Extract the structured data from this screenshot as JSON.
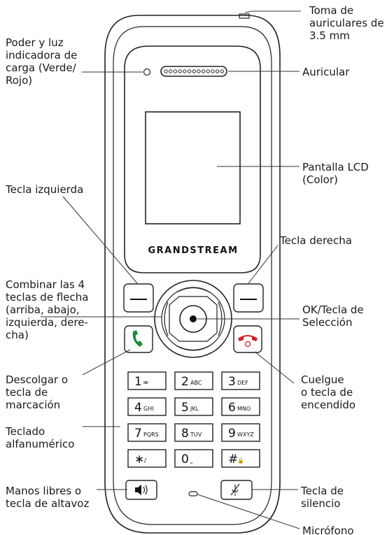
{
  "brand": "GRANDSTREAM",
  "callouts": {
    "headset_jack": [
      "Toma de",
      "auriculares de",
      "3.5 mm"
    ],
    "power_led": [
      "Poder y luz",
      "indicadora de",
      "carga (Verde/",
      "Rojo)"
    ],
    "earpiece": [
      "Auricular"
    ],
    "lcd": [
      "Pantalla LCD",
      "(Color)"
    ],
    "left_softkey": [
      "Tecla izquierda"
    ],
    "right_softkey": [
      "Tecla derecha"
    ],
    "arrow_keys": [
      "Combinar las 4",
      "teclas de flecha",
      "(arriba, abajo,",
      "izquierda, dere-",
      "cha)"
    ],
    "ok_key": [
      "OK/Tecla de",
      "Selección"
    ],
    "offhook_key": [
      "Descolgar o",
      "tecla de",
      "marcación"
    ],
    "onhook_key": [
      "Cuelgue",
      "o tecla de",
      "encendido"
    ],
    "keypad": [
      "Teclado",
      "alfanumérico"
    ],
    "speaker_key": [
      "Manos libres o",
      "tecla de altavoz"
    ],
    "mute_key": [
      "Tecla de",
      "silencio"
    ],
    "microphone": [
      "Micrófono"
    ]
  },
  "keypad_keys": [
    {
      "main": "1",
      "sub": "✉",
      "name": "key-1"
    },
    {
      "main": "2",
      "sub": "ABC",
      "name": "key-2"
    },
    {
      "main": "3",
      "sub": "DEF",
      "name": "key-3"
    },
    {
      "main": "4",
      "sub": "GHI",
      "name": "key-4"
    },
    {
      "main": "5",
      "sub": "JKL",
      "name": "key-5"
    },
    {
      "main": "6",
      "sub": "MNO",
      "name": "key-6"
    },
    {
      "main": "7",
      "sub": "PQRS",
      "name": "key-7"
    },
    {
      "main": "8",
      "sub": "TUV",
      "name": "key-8"
    },
    {
      "main": "9",
      "sub": "WXYZ",
      "name": "key-9"
    },
    {
      "main": "∗",
      "sub": "♪",
      "name": "key-star"
    },
    {
      "main": "0",
      "sub": "⎵",
      "name": "key-0"
    },
    {
      "main": "#",
      "sub": "🔒",
      "name": "key-hash"
    }
  ],
  "colors": {
    "offhook_green": "#1a8a3a",
    "onhook_red": "#d42020"
  }
}
